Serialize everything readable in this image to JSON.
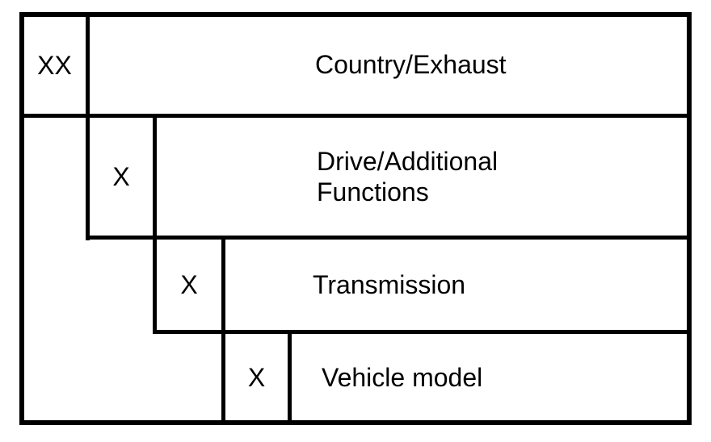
{
  "diagram": {
    "colors": {
      "line": "#000000",
      "background": "#ffffff",
      "text": "#000000"
    },
    "rows": [
      {
        "code": "XX",
        "label": "Country/Exhaust"
      },
      {
        "code": "X",
        "label_line1": "Drive/Additional",
        "label_line2": "Functions"
      },
      {
        "code": "X",
        "label": "Transmission"
      },
      {
        "code": "X",
        "label": "Vehicle model"
      }
    ]
  }
}
